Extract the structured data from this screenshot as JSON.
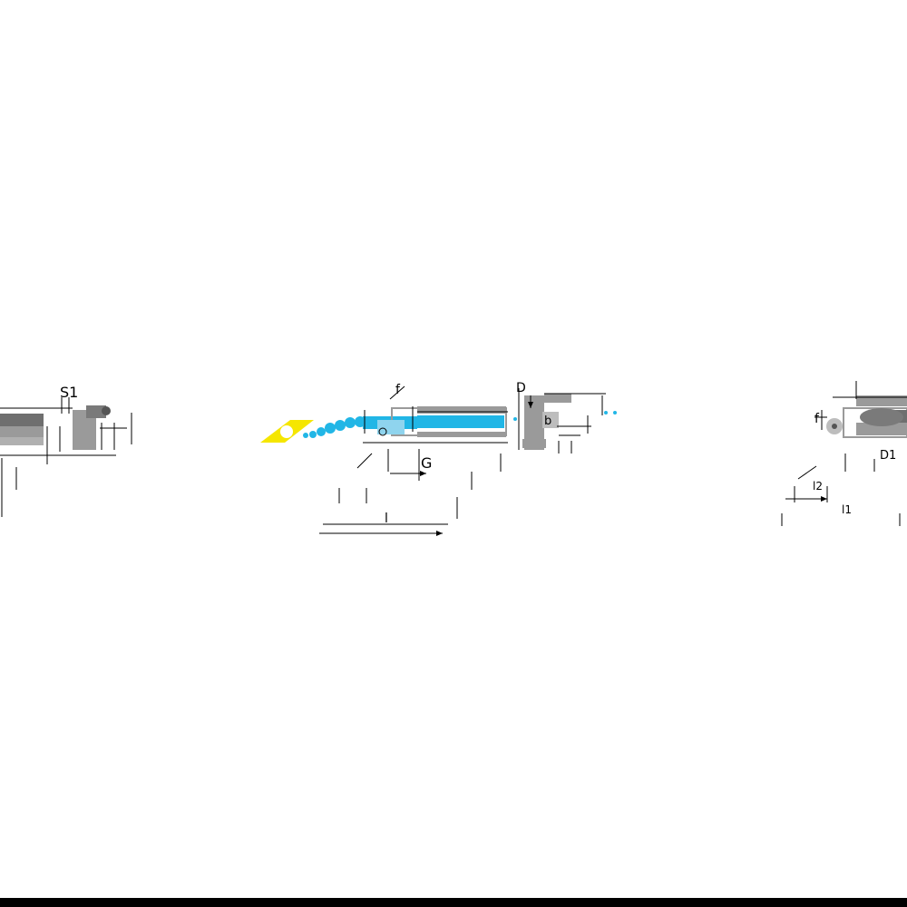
{
  "colors": {
    "background": "#ffffff",
    "holder_gray": "#9a9a9a",
    "holder_dark": "#6f6f6f",
    "coolant_blue": "#21b6e6",
    "insert_yellow": "#f5e600",
    "line": "#000000",
    "bottom_bar": "#000000"
  },
  "drawings": {
    "left_view": {
      "labels": [
        "S1"
      ]
    },
    "center_view": {
      "labels": [
        "f",
        "G",
        "l",
        "D",
        "b"
      ],
      "insert_icon": "rhombic-insert-icon",
      "coolant": "coolant-stream"
    },
    "right_view": {
      "labels": [
        "f",
        "l2",
        "l1",
        "D1"
      ]
    }
  }
}
